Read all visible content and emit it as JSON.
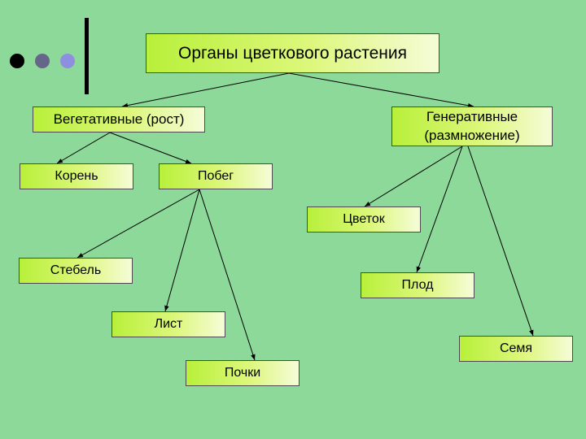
{
  "decor": {
    "dot_colors": [
      "#000000",
      "#66668a",
      "#8f8fe0"
    ]
  },
  "nodes": {
    "root": "Органы цветкового растения",
    "vegetative": "Вегетативные (рост)",
    "generative": "Генеративные\n(размножение)",
    "root_organ": "Корень",
    "shoot": "Побег",
    "stem": "Стебель",
    "leaf": "Лист",
    "buds": "Почки",
    "flower": "Цветок",
    "fruit": "Плод",
    "seed": "Семя"
  }
}
